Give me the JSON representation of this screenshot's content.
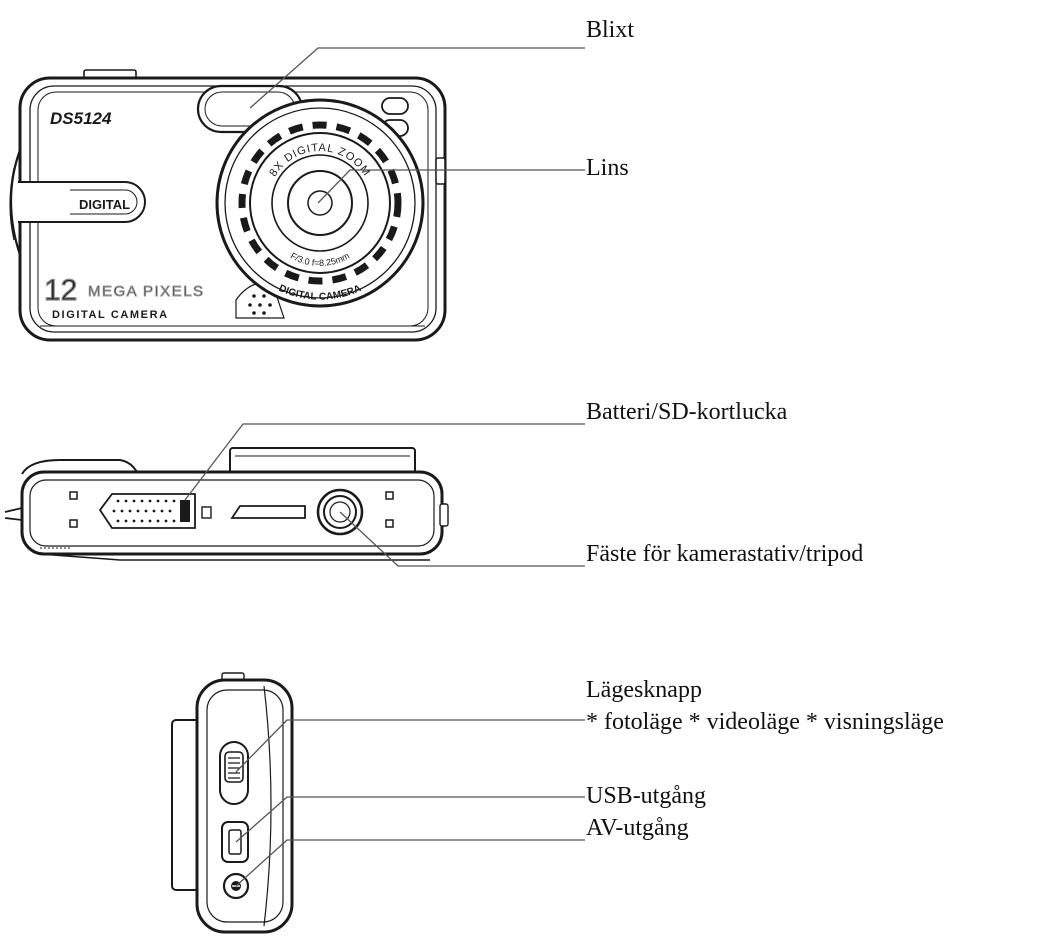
{
  "front_view": {
    "model": "DS5124",
    "badge": "DIGITAL",
    "megapixels": "12",
    "megapixels_word": "MEGA PIXELS",
    "product_line": "DIGITAL   CAMERA",
    "lens_zoom": "8X DIGITAL ZOOM",
    "lens_spec": "F/3.0 f=8.25mm",
    "lens_brand": "DIGITAL CAMERA"
  },
  "labels": {
    "flash": "Blixt",
    "lens": "Lins",
    "battery_door": "Batteri/SD-kortlucka",
    "tripod_mount": "Fäste för kamerastativ/tripod",
    "mode_button": "Lägesknapp",
    "mode_options": "* fotoläge * videoläge * visningsläge",
    "usb_port": "USB-utgång",
    "av_port": "AV-utgång"
  },
  "colors": {
    "outline": "#1a1a1a",
    "leader_line": "#555555",
    "text": "#111111"
  }
}
